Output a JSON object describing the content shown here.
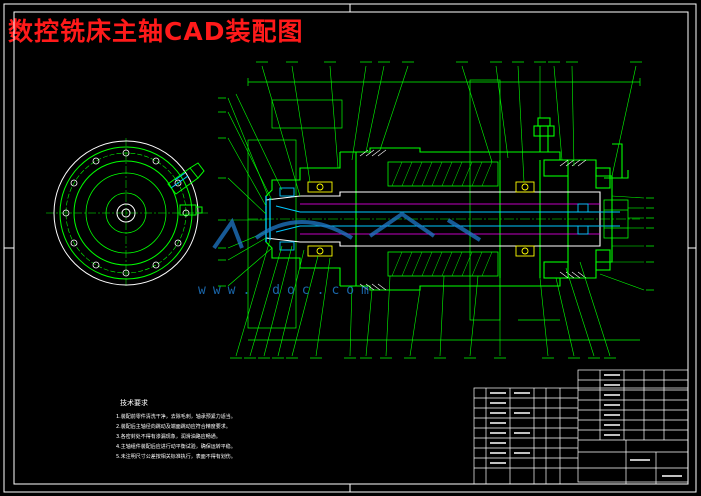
{
  "title": "数控铣床主轴CAD装配图",
  "watermark": "www.        doc.com",
  "notes": {
    "heading": "技术要求",
    "lines": [
      "1.装配前零件清洗干净，去除毛刺，轴承预紧力适当。",
      "2.装配后主轴径向跳动及端面跳动应符合精度要求。",
      "3.各密封处不得有渗漏现象，润滑油路应畅通。",
      "4.主轴组件装配后应进行动平衡试验，确保运转平稳。",
      "5.未注明尺寸公差按相关标准执行，表面不得有划伤。"
    ]
  },
  "colors": {
    "background": "#000000",
    "line": "#00ff00",
    "title": "#ff1a1a",
    "frame": "#ffffff",
    "accent_yellow": "#ffff00",
    "accent_cyan": "#00c8ff",
    "accent_magenta": "#ff00ff"
  }
}
